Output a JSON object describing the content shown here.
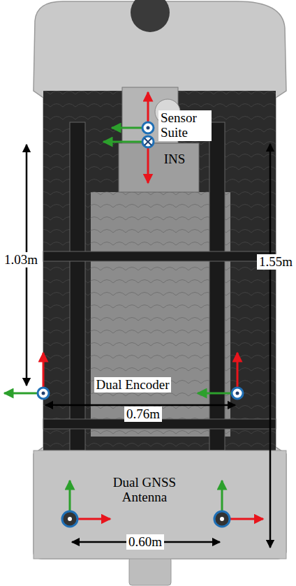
{
  "diagram": {
    "labels": [
      "Sensor Suite",
      "INS",
      "1.03m",
      "1.55m",
      "Dual Encoder",
      "0.76m",
      "Dual GNSS Antenna",
      "0.60m"
    ]
  }
}
